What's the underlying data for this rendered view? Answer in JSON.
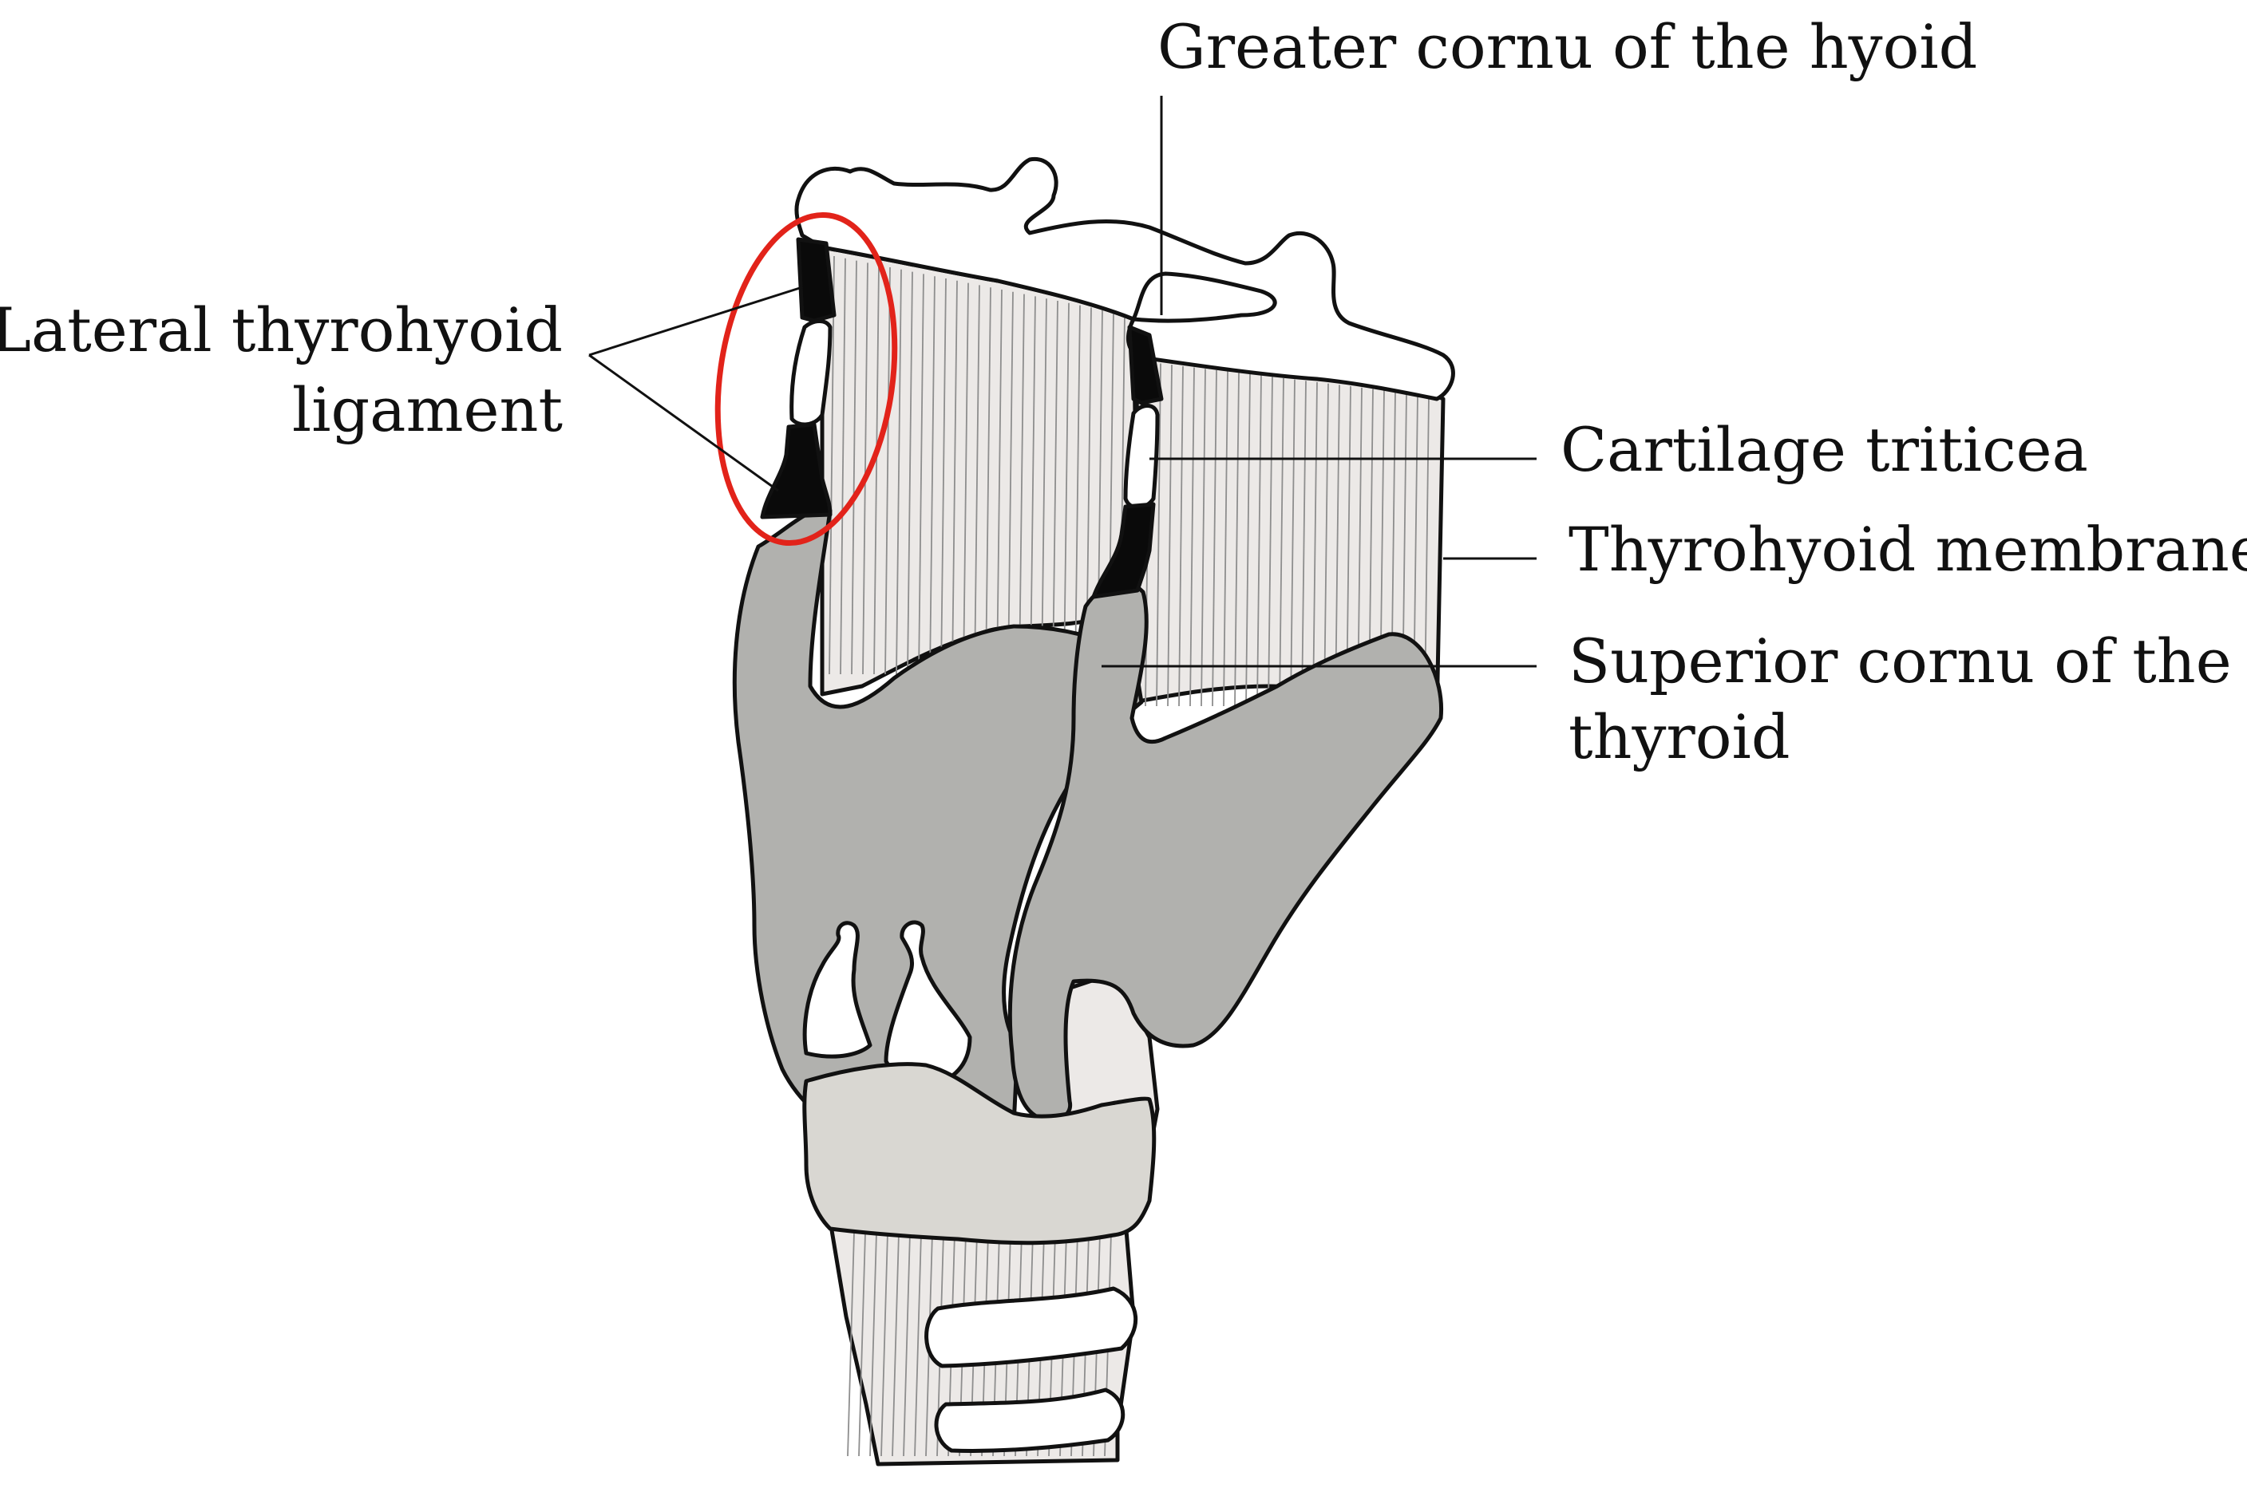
{
  "colors": {
    "thyroid_cartilage": "#b1b1ae",
    "membrane": "#ece9e7",
    "cricoid": "#d9d7d2",
    "ligament_dark": "#0a0a0a",
    "hyoid": "#ffffff",
    "highlight_circle": "#e2231a",
    "text": "#111111"
  },
  "labels": {
    "greater_cornu": "Greater cornu of the hyoid",
    "lateral_ligament_line1": "Lateral thyrohyoid",
    "lateral_ligament_line2": "ligament",
    "cartilage_triticea": "Cartilage triticea",
    "thyrohyoid_membrane": "Thyrohyoid membrane",
    "superior_cornu_line1": "Superior cornu of the",
    "superior_cornu_line2": "thyroid"
  }
}
